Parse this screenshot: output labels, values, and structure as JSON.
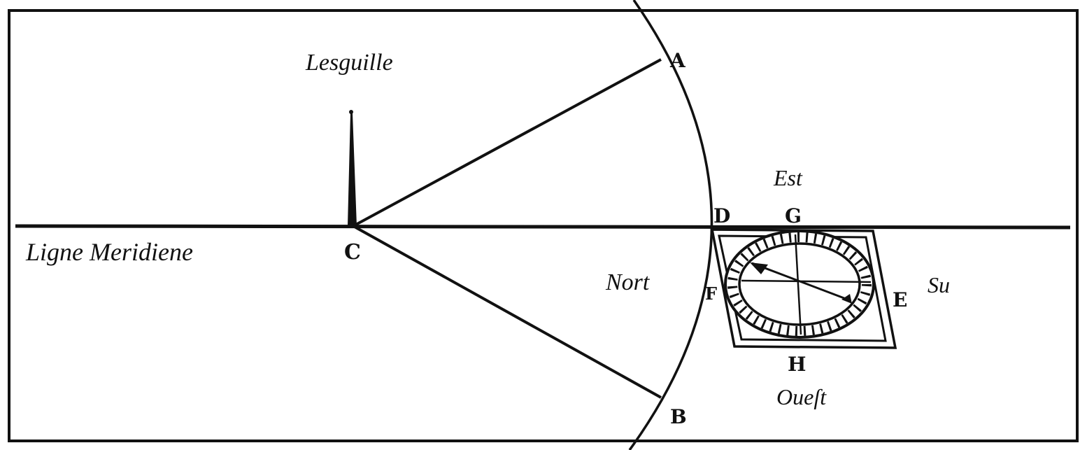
{
  "labels": {
    "needle_caption": "Lesguille",
    "meridian_line": "Ligne Meridiene",
    "point_a": "A",
    "point_b": "B",
    "point_c": "C",
    "point_d": "D",
    "point_e": "E",
    "point_f": "F",
    "point_g": "G",
    "point_h": "H",
    "east": "Est",
    "west": "Oueſt",
    "north": "Nort",
    "south": "Su"
  },
  "colors": {
    "ink": "#111111",
    "paper": "#ffffff"
  }
}
